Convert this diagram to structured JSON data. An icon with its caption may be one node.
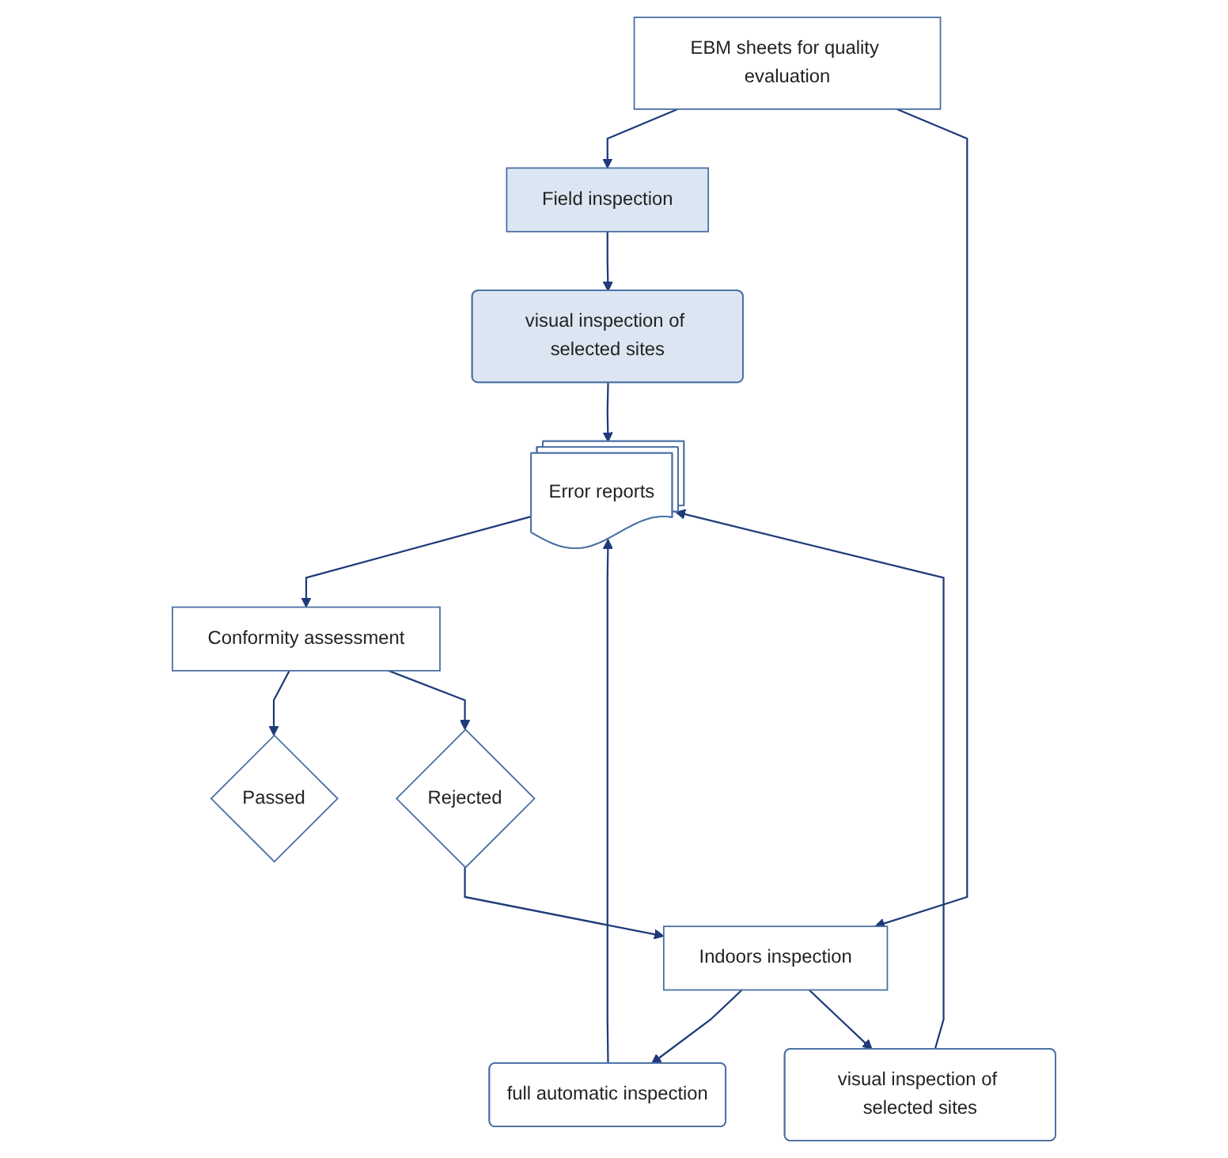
{
  "diagram": {
    "nodes": [
      {
        "text": [
          "EBM sheets for quality evaluation"
        ]
      },
      {
        "text": [
          "Field inspection"
        ]
      },
      {
        "text": [
          "Indoors inspection"
        ]
      },
      {
        "text": [
          "visual inspection of selected sites"
        ]
      },
      {
        "text": [
          "full automatic inspection"
        ]
      },
      {
        "text": [
          "visual inspection of selected sites"
        ]
      },
      {
        "text": [
          "Error reports"
        ]
      },
      {
        "text": [
          "Conformity assessment"
        ]
      },
      {
        "text": [
          "Passed"
        ]
      },
      {
        "text": [
          "Rejected"
        ]
      }
    ],
    "edges": [
      {
        "from": 0,
        "to": 1,
        "arrow": "to"
      },
      {
        "from": 0,
        "to": 2,
        "arrow": "to"
      },
      {
        "from": 1,
        "to": 3,
        "arrow": "to"
      },
      {
        "from": 2,
        "to": 4,
        "arrow": "to"
      },
      {
        "from": 2,
        "to": 5,
        "arrow": "to"
      },
      {
        "from": 3,
        "to": 6,
        "arrow": "to"
      },
      {
        "from": 4,
        "to": 6,
        "arrow": "to"
      },
      {
        "from": 5,
        "to": 6,
        "arrow": "to"
      },
      {
        "from": 6,
        "to": 7,
        "arrow": "to"
      },
      {
        "from": 7,
        "to": 8,
        "arrow": "to"
      },
      {
        "from": 7,
        "to": 9,
        "arrow": "to"
      },
      {
        "from": 9,
        "to": 2,
        "arrow": "to"
      }
    ]
  }
}
